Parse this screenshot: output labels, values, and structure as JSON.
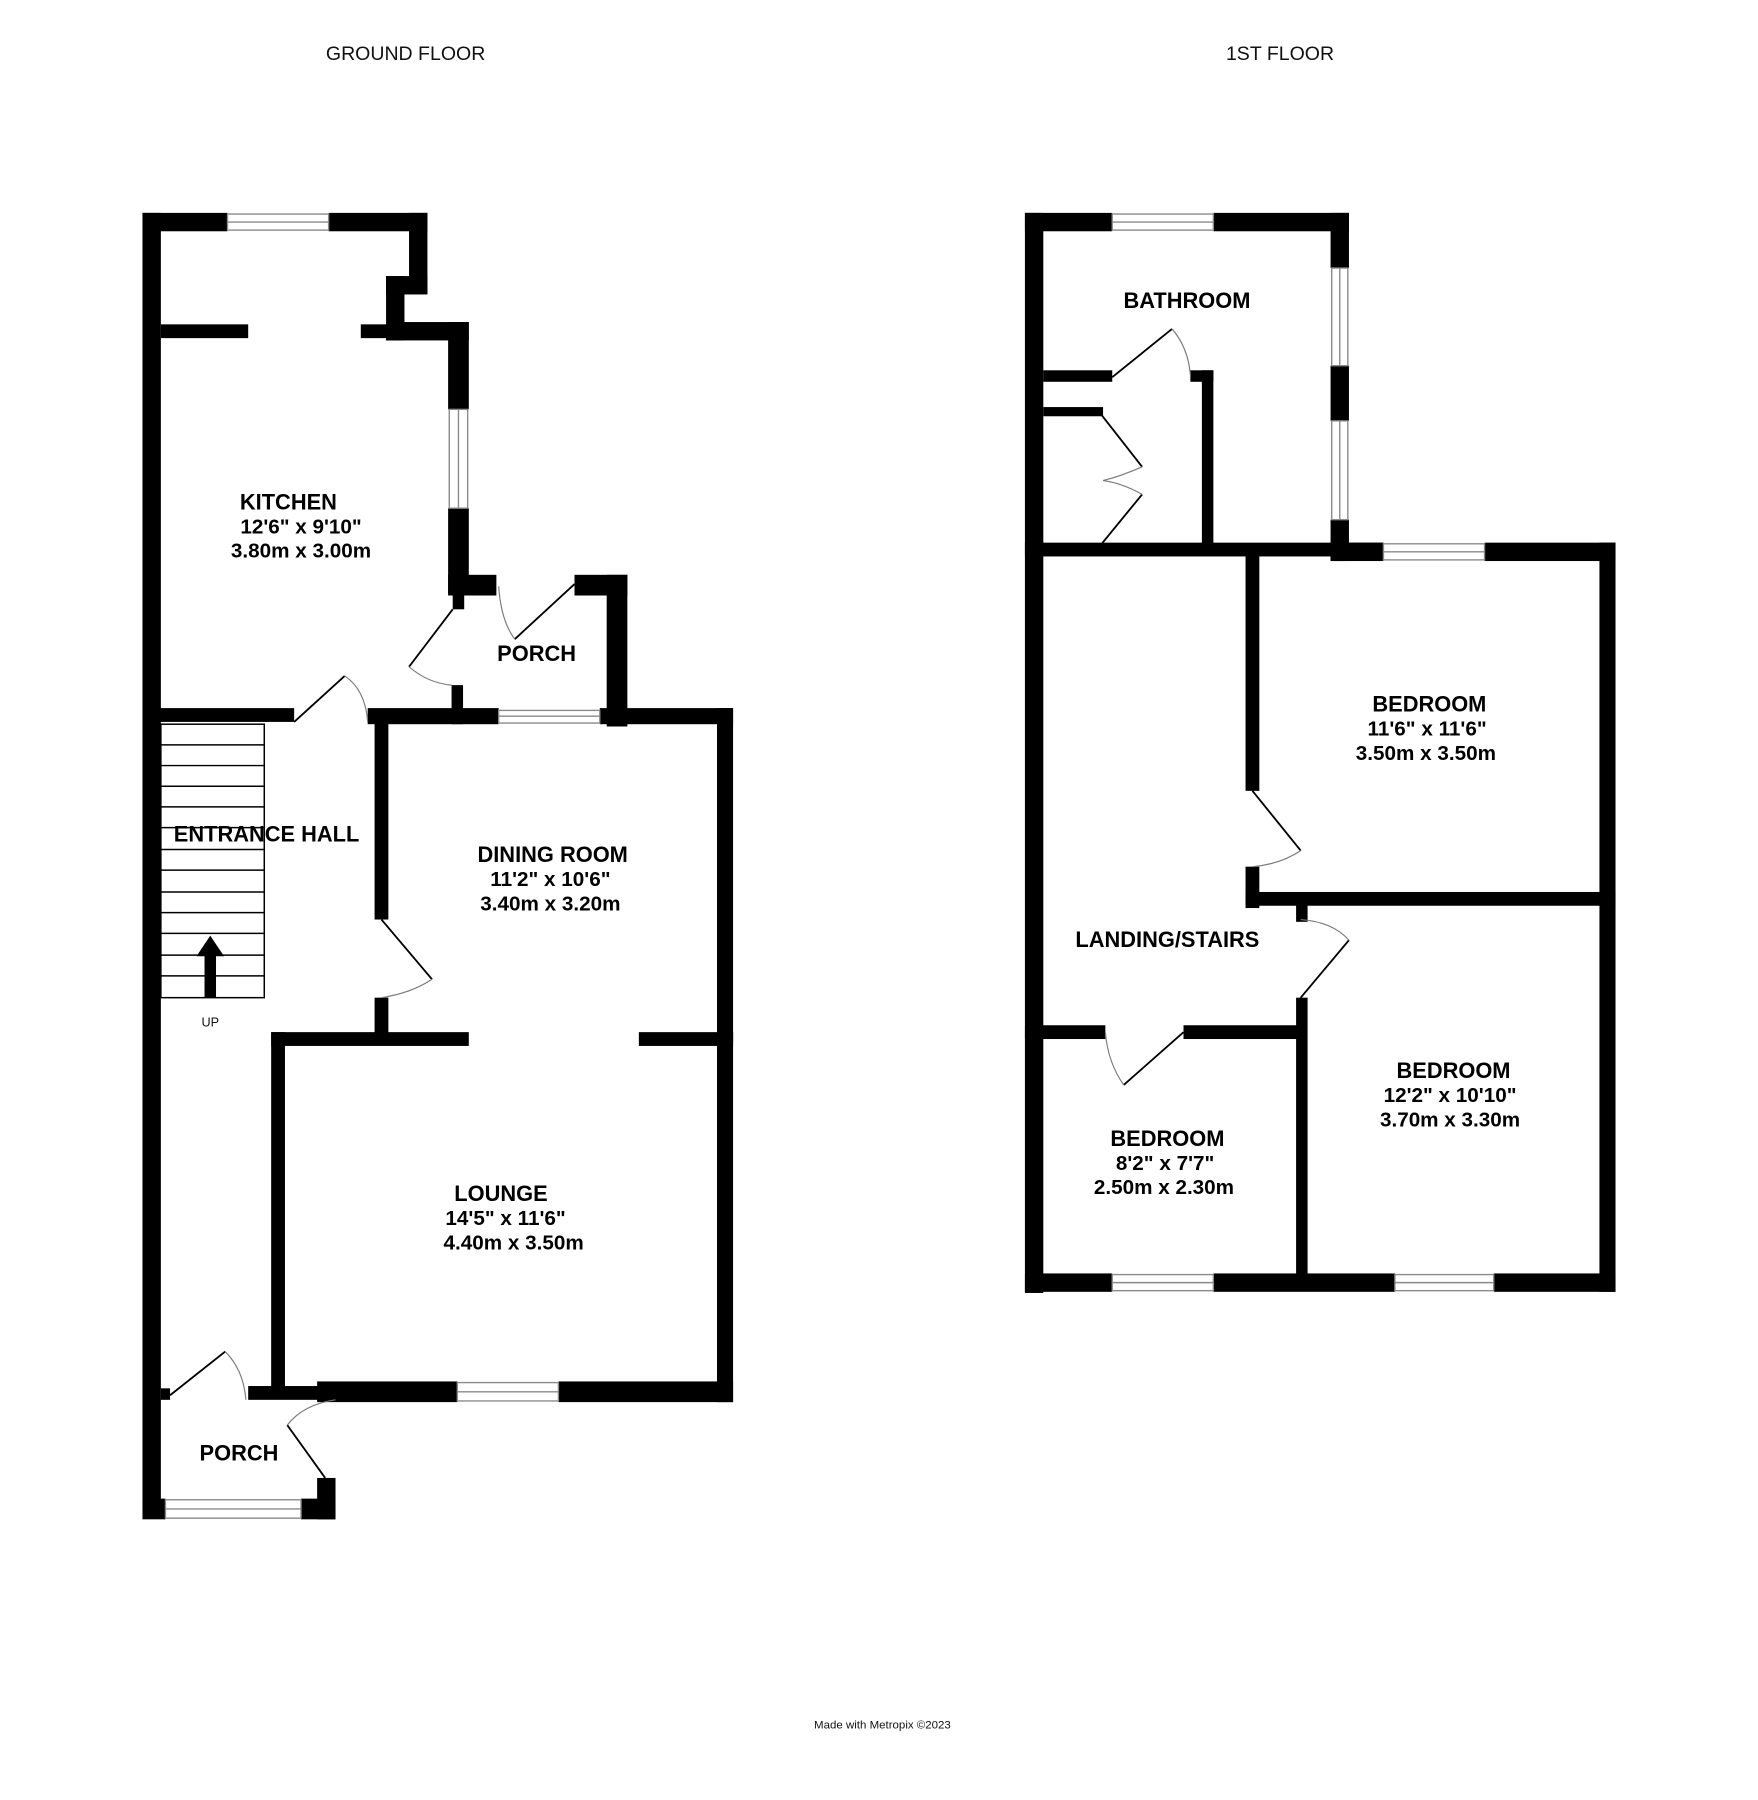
{
  "floors": {
    "ground": {
      "title": "GROUND FLOOR",
      "rooms": {
        "kitchen": {
          "name": "KITCHEN",
          "imperial": "12'6\"  x 9'10\"",
          "metric": "3.80m  x 3.00m"
        },
        "porch_rear": {
          "name": "PORCH"
        },
        "entrance": {
          "name": "ENTRANCE HALL"
        },
        "dining": {
          "name": "DINING ROOM",
          "imperial": "11'2\"  x 10'6\"",
          "metric": "3.40m  x 3.20m"
        },
        "lounge": {
          "name": "LOUNGE",
          "imperial": "14'5\"  x 11'6\"",
          "metric": "4.40m  x 3.50m"
        },
        "porch_front": {
          "name": "PORCH"
        }
      },
      "stairs_label": "UP"
    },
    "first": {
      "title": "1ST FLOOR",
      "rooms": {
        "bathroom": {
          "name": "BATHROOM"
        },
        "bedroom1": {
          "name": "BEDROOM",
          "imperial": "11'6\"  x 11'6\"",
          "metric": "3.50m  x 3.50m"
        },
        "landing": {
          "name": "LANDING/STAIRS"
        },
        "bedroom2": {
          "name": "BEDROOM",
          "imperial": "12'2\"  x 10'10\"",
          "metric": "3.70m  x 3.30m"
        },
        "bedroom3": {
          "name": "BEDROOM",
          "imperial": "8'2\"  x 7'7\"",
          "metric": "2.50m  x 2.30m"
        }
      }
    }
  },
  "footer": {
    "credit": "Made with Metropix ©2023"
  },
  "colors": {
    "wall": "#000000",
    "window": "#8a8a8a",
    "background": "#ffffff"
  }
}
